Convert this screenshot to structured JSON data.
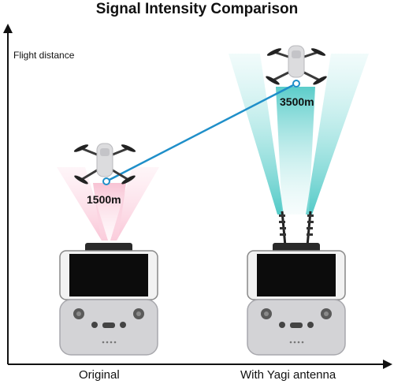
{
  "title": "Signal Intensity Comparison",
  "y_axis_label": "Flight distance",
  "setups": [
    {
      "label": "Original",
      "range_label": "1500m",
      "signal_color": "#f6c6d6"
    },
    {
      "label": "With Yagi antenna",
      "range_label": "3500m",
      "signal_color": "#7fd8d6"
    }
  ],
  "colors": {
    "link_line": "#1f8fc9",
    "axis": "#111111",
    "controller": "#d3d3d6",
    "drone": "#dcdcde"
  }
}
